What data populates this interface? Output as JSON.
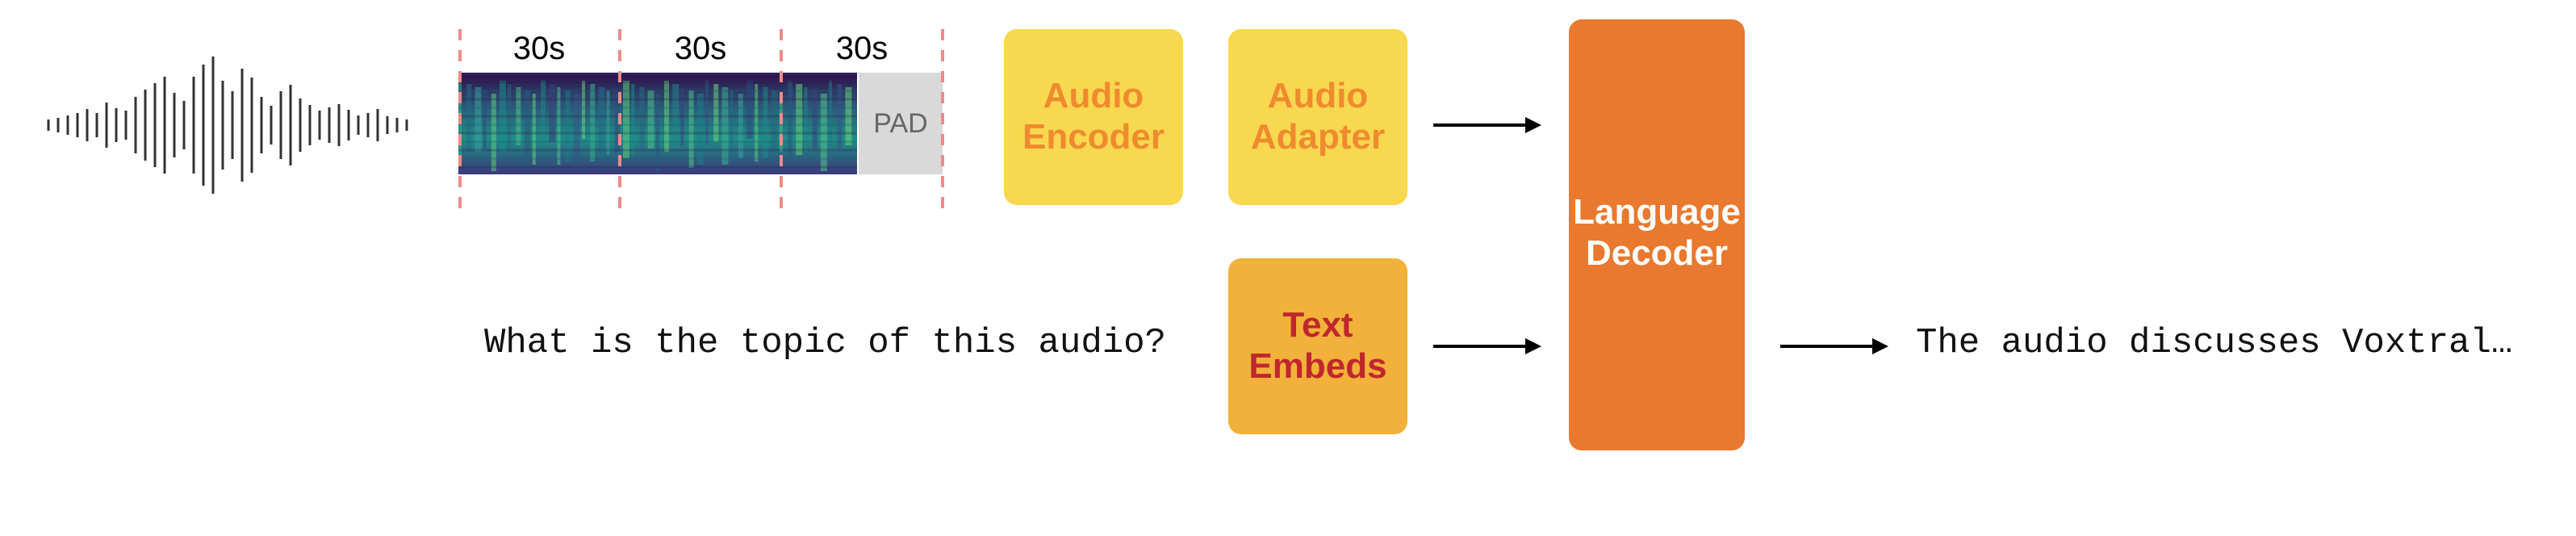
{
  "segments": {
    "labels": [
      "30s",
      "30s",
      "30s"
    ],
    "pad_label": "PAD"
  },
  "blocks": {
    "audio_encoder": "Audio\nEncoder",
    "audio_adapter": "Audio\nAdapter",
    "text_embeds": "Text\nEmbeds",
    "language_decoder": "Language\nDecoder"
  },
  "prompt_text": "What is the topic of this audio?",
  "output_text": "The audio discusses Voxtral…",
  "colors": {
    "light_yellow": "#F8D84E",
    "yellow_text": "#F08A2E",
    "gold": "#F2B13A",
    "red_text": "#C0272D",
    "orange": "#E8792E",
    "dashed": "#F08A8A",
    "pad_gray": "#D9D9D9"
  },
  "icons": {
    "waveform": "audio-waveform-icon",
    "spectrogram": "spectrogram-icon"
  }
}
